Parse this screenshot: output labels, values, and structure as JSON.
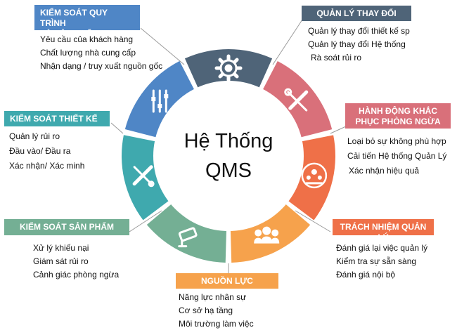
{
  "center": {
    "line1": "Hệ Thống",
    "line2": "QMS"
  },
  "segments": [
    {
      "id": "quan-ly-thay-doi",
      "color": "#4f6478",
      "icon": "gear-icon",
      "title": "QUẢN LÝ THAY ĐỔI",
      "items": [
        "Quản lý thay đổi thiết kế sp",
        "Quản lý thay đổi Hệ thống",
        "Rà soát rủi ro"
      ]
    },
    {
      "id": "hanh-dong-khac-phuc",
      "color": "#d9707a",
      "icon": "tools-icon",
      "title": "HÀNH ĐỘNG KHẮC\nPHỤC PHÒNG NGỪA",
      "items": [
        "Loại bỏ sự không phù hợp",
        "Cải tiến Hệ thống Quản Lý",
        "Xác nhận hiệu quả"
      ]
    },
    {
      "id": "trach-nhiem-quan-ly",
      "color": "#ef7048",
      "icon": "team-cycle-icon",
      "title": "TRÁCH NHIỆM QUẢN LÝ",
      "items": [
        "Đánh giá lại việc quản lý",
        "Kiểm tra sự sẵn sàng",
        "Đánh giá nội bộ"
      ]
    },
    {
      "id": "nguon-luc",
      "color": "#f6a24c",
      "icon": "people-group-icon",
      "title": "NGUỒN LỰC",
      "items": [
        "Năng lực nhân sự",
        "Cơ sở hạ tầng",
        "Môi trường làm việc"
      ]
    },
    {
      "id": "kiem-soat-san-pham",
      "color": "#74af94",
      "icon": "camera-icon",
      "title": "KIỂM SOÁT SẢN PHẨM",
      "items": [
        "Xử lý khiếu nại",
        "Giám sát rủi ro",
        "Cảnh giác phòng ngừa"
      ]
    },
    {
      "id": "kiem-soat-thiet-ke",
      "color": "#3fa9ae",
      "icon": "pencil-wrench-icon",
      "title": "KIỂM SOÁT THIẾT KẾ",
      "items": [
        "Quản lý rủi ro",
        "Đầu vào/ Đầu ra",
        "Xác nhận/ Xác minh"
      ]
    },
    {
      "id": "kiem-soat-quy-trinh",
      "color": "#4f86c6",
      "icon": "sliders-icon",
      "title": "KIỂM SOÁT QUY TRÌNH\nVÀ SẢN PHẨM",
      "items": [
        "Yêu cầu của khách hàng",
        "Chất lượng nhà cung cấp",
        "Nhận dạng / truy xuất nguồn gốc"
      ]
    }
  ]
}
